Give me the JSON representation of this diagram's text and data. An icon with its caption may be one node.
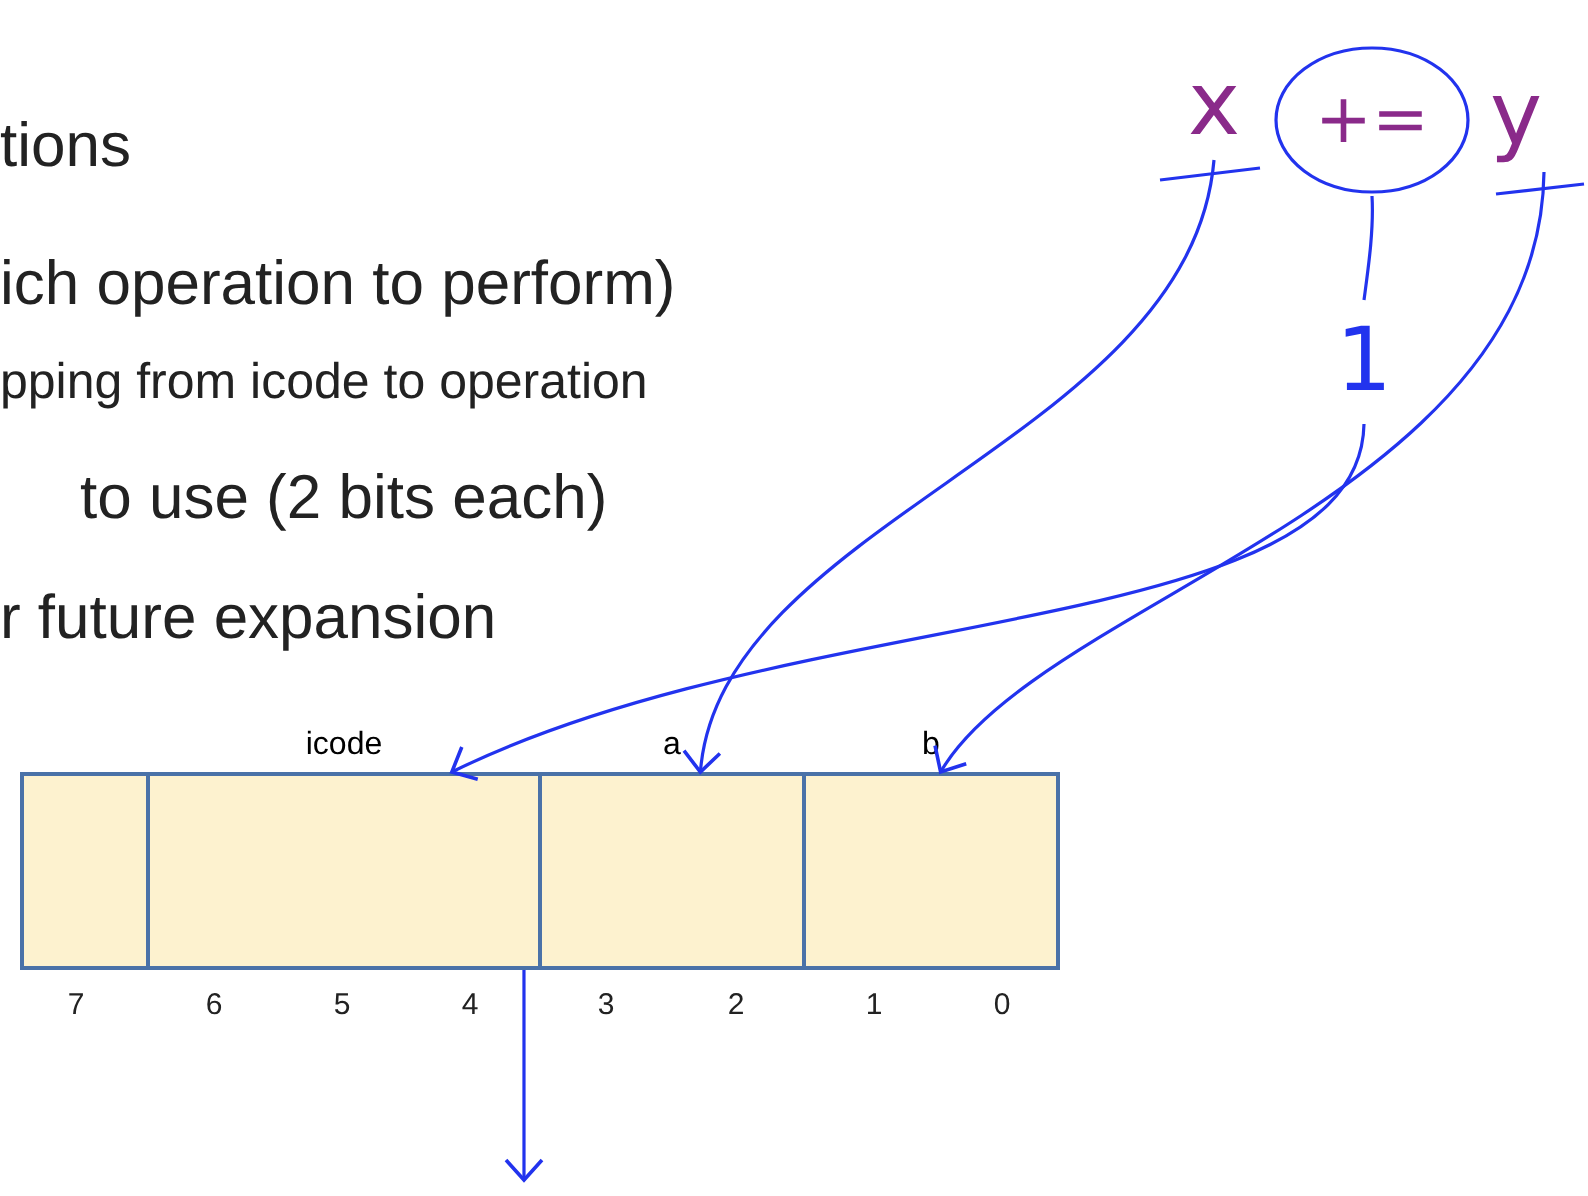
{
  "diagram": {
    "nodes": [
      {
        "text": [],
        "shape": "box"
      },
      {
        "text": [
          "icode"
        ]
      },
      {
        "text": [
          "a"
        ]
      },
      {
        "text": [
          "b"
        ]
      },
      {
        "text": [
          "x"
        ]
      },
      {
        "text": [
          "+="
        ]
      },
      {
        "text": [
          "y"
        ]
      },
      {
        "text": [
          "1"
        ]
      }
    ],
    "edges": [
      {
        "from": 4,
        "to": 2,
        "arrow": "to"
      },
      {
        "from": 6,
        "to": 3,
        "arrow": "to"
      },
      {
        "from": 5,
        "to": 7,
        "arrow": "none"
      },
      {
        "from": 7,
        "to": 1,
        "arrow": "to"
      },
      {
        "from": 1,
        "to": null,
        "arrow": "to"
      }
    ],
    "labels": [
      "tions",
      "ich operation to perform)",
      "pping from icode to operation",
      "to use (2 bits each)",
      "r future expansion",
      "7",
      "6",
      "5",
      "4",
      "3",
      "2",
      "1",
      "0"
    ]
  }
}
